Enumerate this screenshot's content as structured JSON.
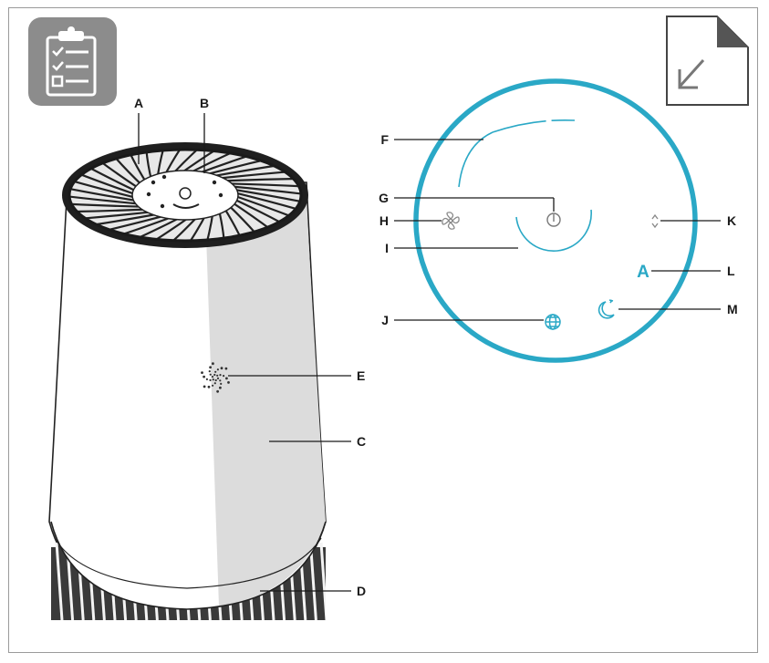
{
  "labels": {
    "A": "A",
    "B": "B",
    "C": "C",
    "D": "D",
    "E": "E",
    "F": "F",
    "G": "G",
    "H": "H",
    "I": "I",
    "J": "J",
    "K": "K",
    "L": "L",
    "M": "M"
  },
  "panel": {
    "auto_letter": "A"
  },
  "colors": {
    "accent": "#2aa8c6",
    "icon_bg": "#8c8c8c",
    "line": "#1a1a1a"
  },
  "icons": {
    "top_left": "checklist-icon",
    "top_right": "page-corner-arrow-icon"
  }
}
